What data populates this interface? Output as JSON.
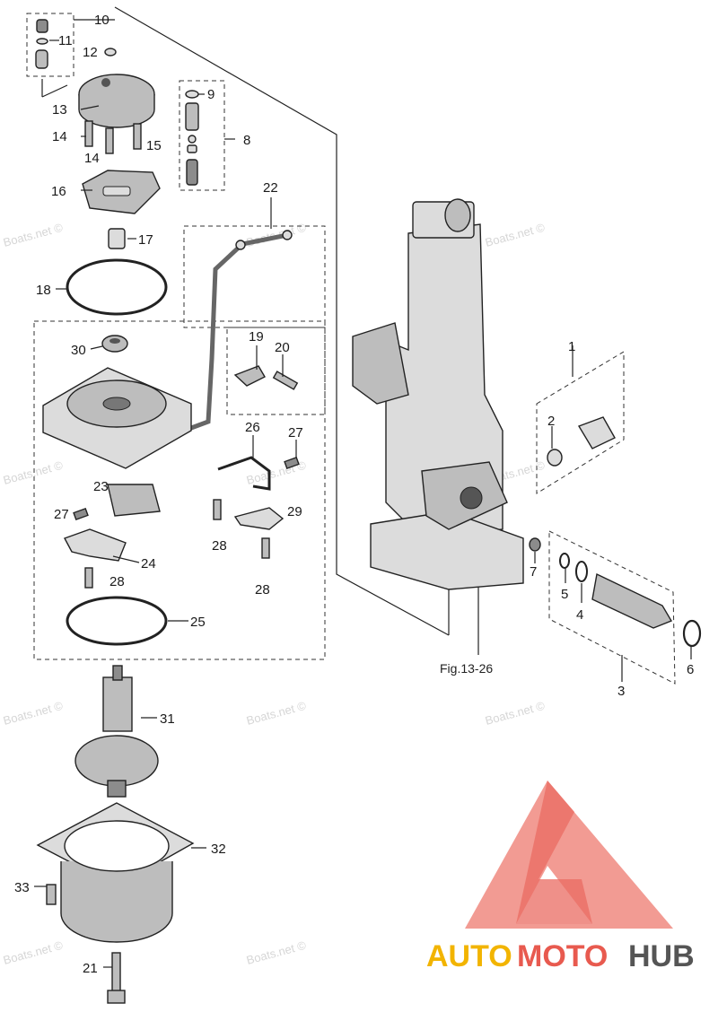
{
  "figure_ref": "Fig.13-26",
  "watermark_text": "Boats.net ©",
  "brand": {
    "part1": "AUTO",
    "part2": "MOTO",
    "part3": "HUB"
  },
  "callouts": [
    "1",
    "2",
    "3",
    "4",
    "5",
    "6",
    "7",
    "8",
    "9",
    "10",
    "11",
    "12",
    "13",
    "14",
    "14",
    "15",
    "16",
    "17",
    "18",
    "19",
    "20",
    "21",
    "22",
    "23",
    "24",
    "25",
    "26",
    "27",
    "27",
    "28",
    "28",
    "28",
    "29",
    "30",
    "31",
    "32",
    "33"
  ],
  "colors": {
    "line": "#222222",
    "part_fill": "#bdbdbd",
    "brand_yellow": "#f2b400",
    "brand_red": "#e85a4f",
    "brand_gray": "#555555"
  }
}
